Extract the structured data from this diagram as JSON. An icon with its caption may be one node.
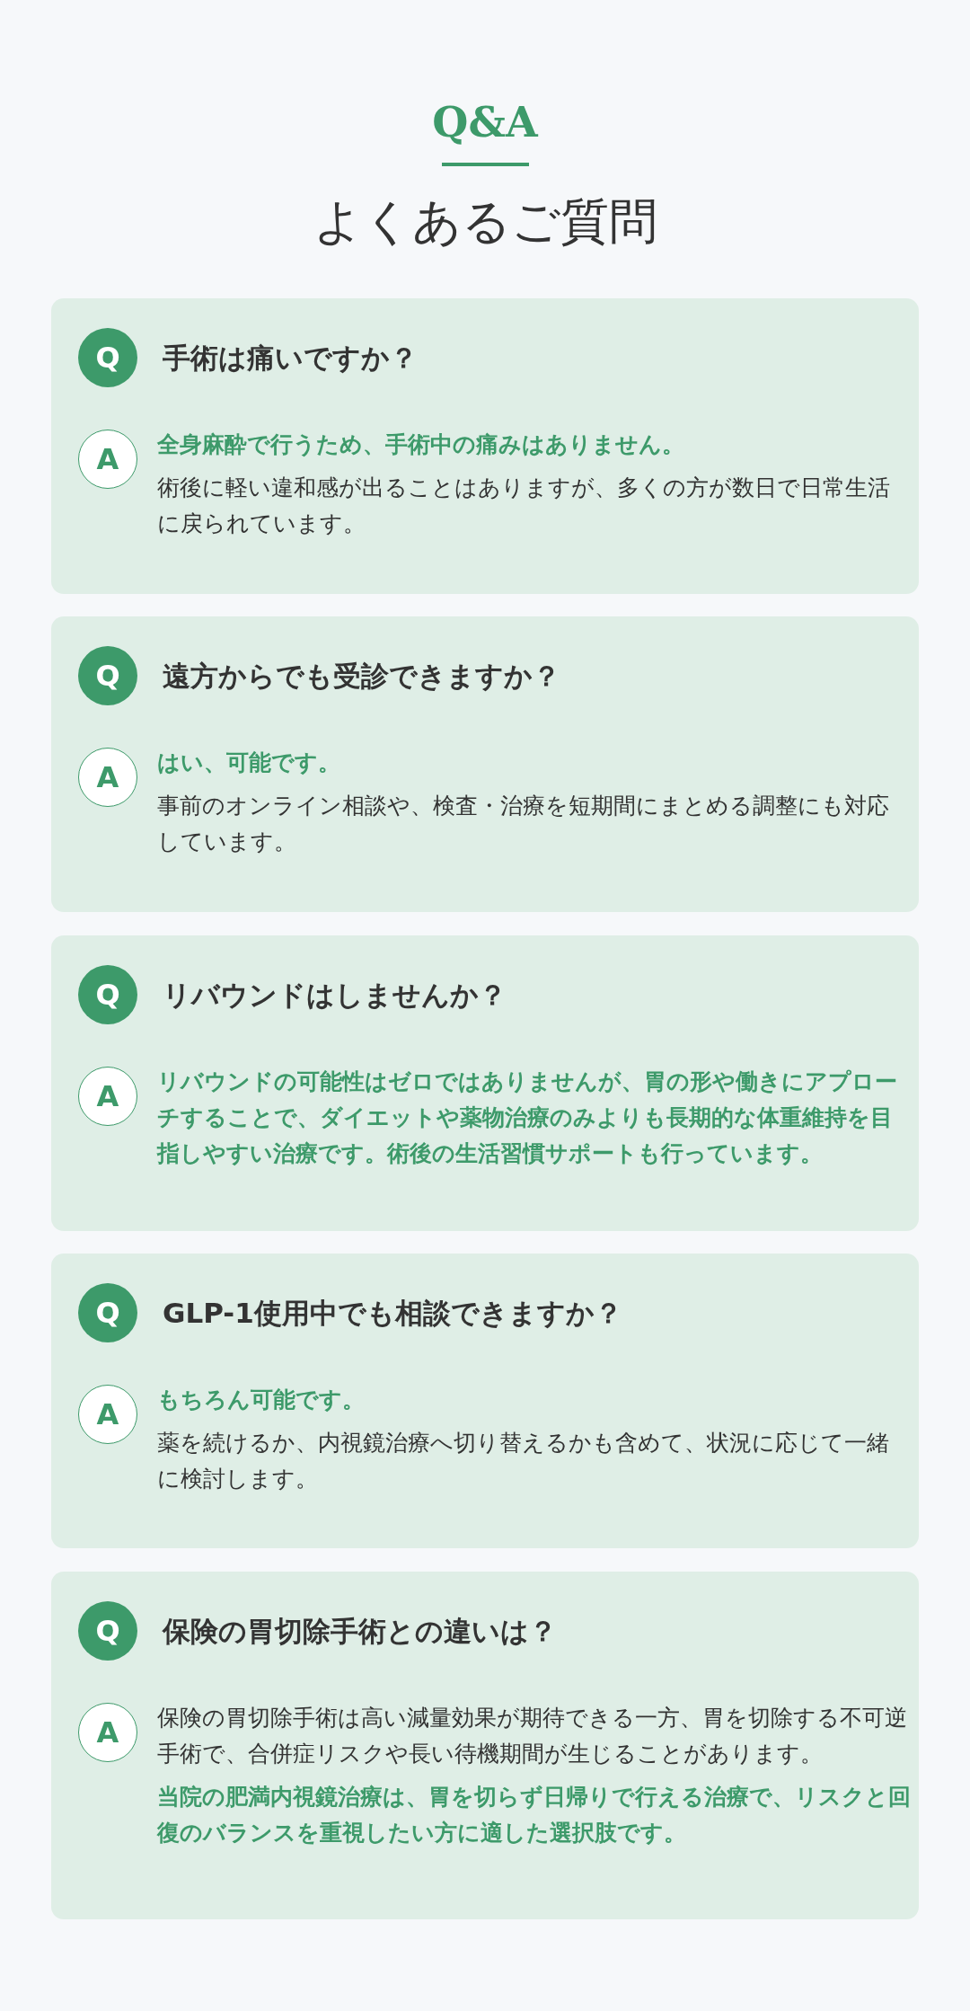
{
  "diagram": {
    "title": "よくあるご質問",
    "nodes": [
      {
        "text": [
          "手術は痛いですか？",
          "全身麻酔で行うため、手術中の痛みはありません。",
          "術後に軽い違和感が出ることはありますが、多くの方が数日で日常生活に戻られています。"
        ]
      },
      {
        "text": [
          "Q"
        ],
        "in": 0
      },
      {
        "text": [
          "A"
        ],
        "in": 0
      },
      {
        "text": [
          "遠方からでも受診できますか？",
          "はい、可能です。",
          "事前のオンライン相談や、検査・治療を短期間にまとめる調整にも対応しています。"
        ]
      },
      {
        "text": [
          "Q"
        ],
        "in": 3
      },
      {
        "text": [
          "A"
        ],
        "in": 3
      },
      {
        "text": [
          "リバウンドはしませんか？",
          "リバウンドの可能性はゼロではありませんが、胃の形や働きにアプローチすることで、ダイエットや薬物治療のみよりも長期的な体重維持を目指しやすい治療です。術後の生活習慣サポートも行っています。"
        ]
      },
      {
        "text": [
          "Q"
        ],
        "in": 6
      },
      {
        "text": [
          "A"
        ],
        "in": 6
      },
      {
        "text": [
          "GLP-1使用中でも相談できますか？",
          "もちろん可能です。",
          "薬を続けるか、内視鏡治療へ切り替えるかも含めて、状況に応じて一緒に検討します。"
        ]
      },
      {
        "text": [
          "Q"
        ],
        "in": 9
      },
      {
        "text": [
          "A"
        ],
        "in": 9
      },
      {
        "text": [
          "保険の胃切除手術との違いは？",
          "保険の胃切除手術は高い減量効果が期待できる一方、胃を切除する不可逆手術で、合併症リスクや長い待機期間が生じることがあります。",
          "当院の肥満内視鏡治療は、胃を切らず日帰りで行える治療で、リスクと回復のバランスを重視したい方に適した選択肢です。"
        ]
      },
      {
        "text": [
          "Q"
        ],
        "in": 12
      },
      {
        "text": [
          "A"
        ],
        "in": 12
      }
    ],
    "labels": [
      "Q&A"
    ]
  }
}
